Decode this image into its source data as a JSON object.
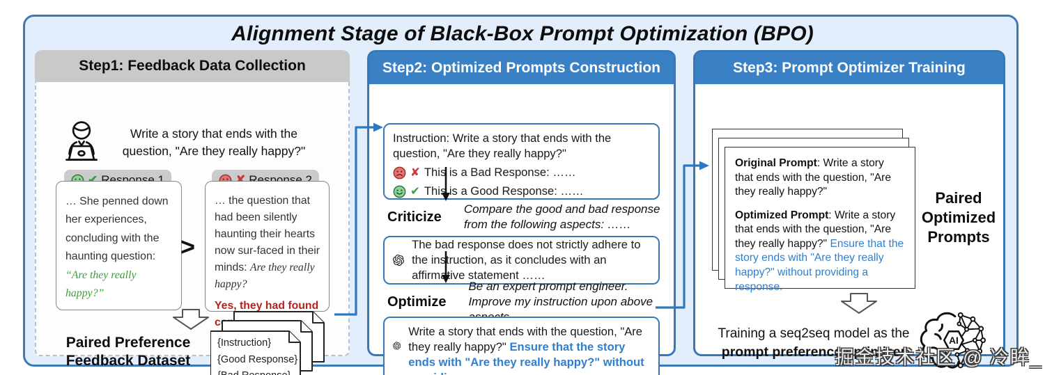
{
  "title": "Alignment Stage of Black-Box Prompt Optimization (BPO)",
  "watermark": "掘金技术社区 @ 冷眸_",
  "icons": {
    "check": "✔",
    "cross": "✘",
    "greater": ">",
    "ai": "AI"
  },
  "colors": {
    "accent_blue": "#3a80c4",
    "frame_border": "#3c79b8",
    "link_blue": "#2f7fd0",
    "good_green": "#3a9e3a",
    "bad_red": "#b22222",
    "header_gray": "#c9c9c9"
  },
  "step1": {
    "header": "Step1: Feedback Data Collection",
    "prompt": "Write a story that ends with the question, \"Are they really happy?\"",
    "response1": {
      "label": "Response 1",
      "text": "… She penned down her experiences, concluding with the haunting question: ",
      "quote_green": "“Are they really happy?”"
    },
    "comparator": ">",
    "response2": {
      "label": "Response 2",
      "text": "… the question that had been silently haunting their hearts now sur-faced in their minds: ",
      "quote_italic": "Are they really happy?",
      "verdict_red": "Yes, they had found contentment ……"
    },
    "dataset_label": "Paired Preference Feedback Dataset",
    "doc_lines": [
      "{Instruction}",
      "{Good Response}",
      "{Bad Response}"
    ]
  },
  "step2": {
    "header": "Step2: Optimized Prompts Construction",
    "box1": {
      "instruction": "Instruction: Write a story that ends with the question, \"Are they really happy?\"",
      "bad": "This is a Bad Response: ……",
      "good": "This is a Good Response: ……"
    },
    "criticize": {
      "label": "Criticize",
      "prompt": "Compare the good and bad response from the following aspects: ……"
    },
    "box2_text": "The bad response does not strictly adhere to the instruction, as it concludes with an affirmative statement ……",
    "optimize": {
      "label": "Optimize",
      "prompt": "Be an expert prompt engineer. Improve my instruction upon above aspects ……"
    },
    "box3": {
      "text": "Write a story that ends with the question, \"Are they really happy?\" ",
      "highlight": "Ensure that the story ends with \"Are they really happy?\" without providing a response."
    }
  },
  "step3": {
    "header": "Step3: Prompt Optimizer Training",
    "card": {
      "original_label": "Original Prompt",
      "original_text": ": Write a story that ends with the question, \"Are they really happy?\"",
      "optimized_label": "Optimized Prompt",
      "optimized_text": ": Write a story that ends with the question, \"Are they really happy?\" ",
      "optimized_highlight": "Ensure that the story ends with \"Are they really happy?\" without providing a response."
    },
    "paired_label": "Paired Optimized Prompts",
    "training_text": "Training a seq2seq model as the",
    "training_bold": "prompt preference optimizer"
  }
}
